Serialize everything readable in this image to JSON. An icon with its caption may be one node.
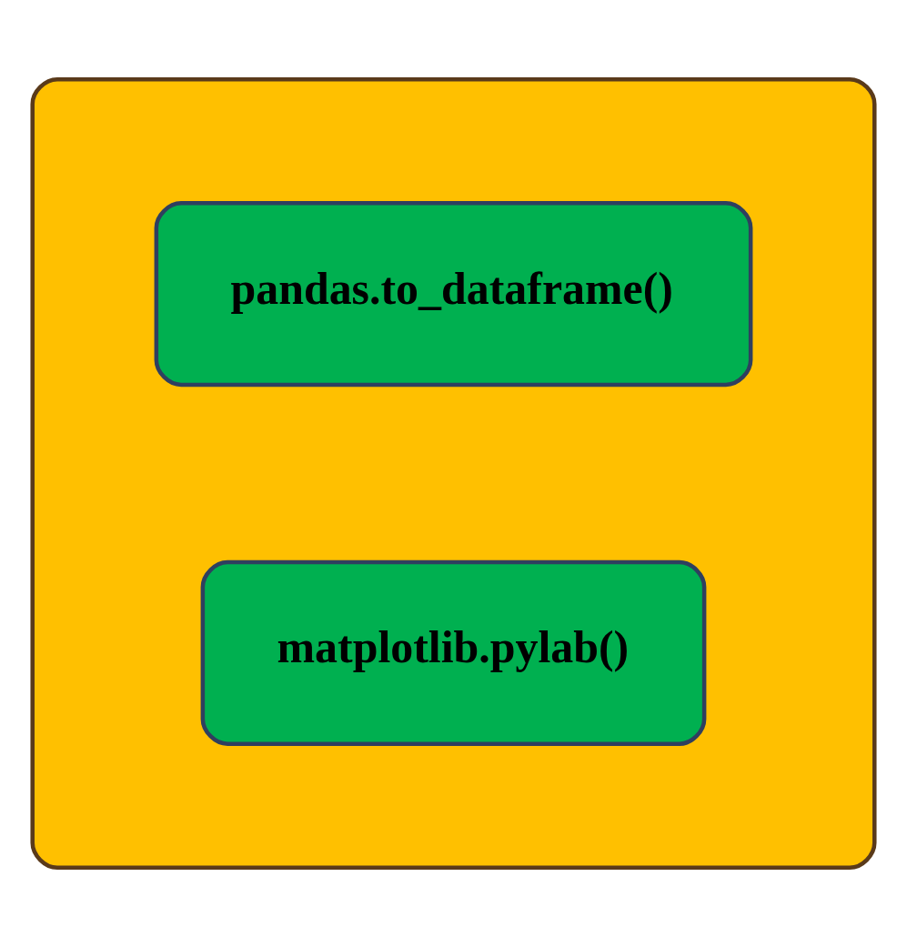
{
  "diagram": {
    "nodes": [
      {
        "text": [],
        "shape": "box"
      },
      {
        "text": [
          "pandas.to_dataframe()"
        ],
        "in": 0
      },
      {
        "text": [
          "matplotlib.pylab()"
        ],
        "in": 0
      }
    ]
  }
}
